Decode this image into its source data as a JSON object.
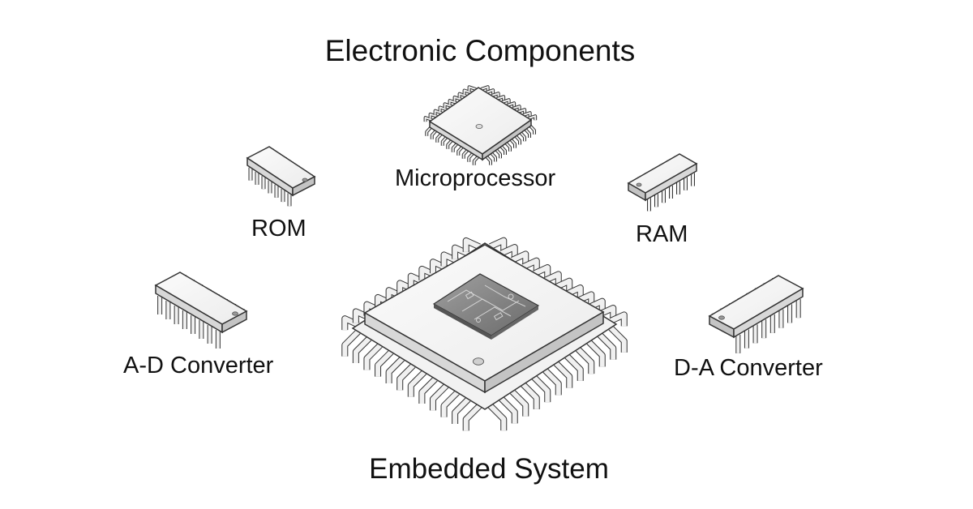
{
  "title": "Electronic Components",
  "components": {
    "microprocessor": "Microprocessor",
    "rom": "ROM",
    "ram": "RAM",
    "ad_converter": "A-D Converter",
    "da_converter": "D-A Converter"
  },
  "system_label": "Embedded System",
  "colors": {
    "text": "#111111",
    "body_fill": "#f7f7f7",
    "body_side": "#d8d8d8",
    "outline": "#333333",
    "die": "#8a8a8a"
  }
}
